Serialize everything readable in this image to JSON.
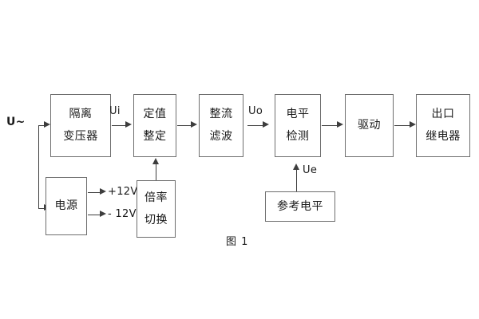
{
  "figure": {
    "caption": "图 1",
    "background_color": "#ffffff",
    "line_color": "#3d3d3d",
    "box_border_color": "#6e6e6e",
    "text_color": "#1a1a1a"
  },
  "blocks": [
    {
      "id": "isolation-transformer",
      "lines": [
        "隔离",
        "变压器"
      ]
    },
    {
      "id": "setting-adjustment",
      "lines": [
        "定值",
        "整定"
      ]
    },
    {
      "id": "rectify-filter",
      "lines": [
        "整流",
        "滤波"
      ]
    },
    {
      "id": "level-detection",
      "lines": [
        "电平",
        "检测"
      ]
    },
    {
      "id": "drive",
      "lines": [
        "驱动"
      ]
    },
    {
      "id": "output-relay",
      "lines": [
        "出口",
        "继电器"
      ]
    },
    {
      "id": "power-supply",
      "lines": [
        "电源"
      ]
    },
    {
      "id": "multiplier-switch",
      "lines": [
        "倍率",
        "切换"
      ]
    },
    {
      "id": "reference-level",
      "lines": [
        "参考电平"
      ]
    }
  ],
  "labels": {
    "input_source": "U~",
    "ui": "Ui",
    "uo": "Uo",
    "ue": "Ue",
    "supply_positive": "+12V",
    "supply_negative": "- 12V"
  }
}
